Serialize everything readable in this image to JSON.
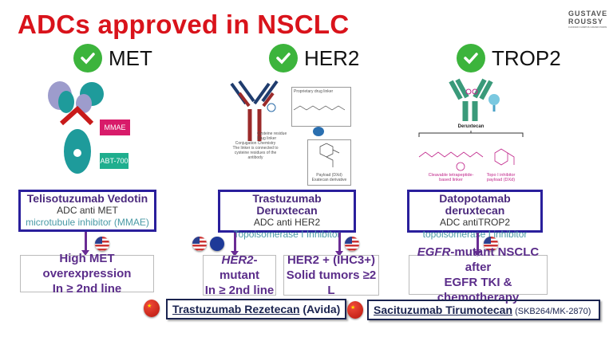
{
  "title": "ADCs approved in NSCLC",
  "logo": {
    "line1": "GUSTAVE",
    "line2": "ROUSSY",
    "tagline": "CANCER CAMPUS GRAND PARIS"
  },
  "targets": [
    {
      "label": "MET",
      "image_labels": [
        "MMAE",
        "ABT-700"
      ],
      "drug": "Telisotuzumab Vedotin",
      "class": "ADC anti MET",
      "mechanism": "microtubule inhibitor (MMAE)",
      "indications": [
        {
          "line1": "High MET overexpression",
          "line2": "In ≥ 2nd line",
          "approvals": [
            "us-flag"
          ]
        }
      ]
    },
    {
      "label": "HER2",
      "image_labels": [
        "Proprietary drug linker",
        "Conjugation Chemistry",
        "The linker is connected to cysteine residues of the antibody",
        "Payload (DXd)",
        "Exatecan derivative",
        "Cysteine residue",
        "Drug linker"
      ],
      "drug": "Trastuzumab Deruxtecan",
      "class": "ADC anti HER2",
      "mechanism": "Topoisomerase I Inhibitor",
      "indications": [
        {
          "line1_italic": "HER2",
          "line1_rest": "-mutant",
          "line2": "In ≥ 2nd line",
          "approvals": [
            "us-flag",
            "eu-flag"
          ]
        },
        {
          "line1": "HER2 + (IHC3+)",
          "line2": "Solid tumors ≥2 L",
          "approvals": [
            "us-flag"
          ]
        }
      ]
    },
    {
      "label": "TROP2",
      "image_labels": [
        "Deruxtecan",
        "Cleavable tetrapeptide-based linker",
        "Topo I inhibitor payload (DXd)"
      ],
      "drug": "Datopotamab deruxtecan",
      "class": "ADC antiTROP2",
      "mechanism": "topoisomerase I inhibitor",
      "indications": [
        {
          "line1_italic": "EGFR",
          "line1_rest": "-mutant NSCLC after",
          "line2": "EGFR TKI & chemotherapy",
          "approvals": [
            "us-flag"
          ]
        }
      ]
    }
  ],
  "china": [
    {
      "name": "Trastuzumab Rezetecan",
      "extra": " (Avida)"
    },
    {
      "name": "Sacituzumab Tirumotecan",
      "extra": " (SKB264/MK-2870)"
    }
  ],
  "colors": {
    "title": "#d9131b",
    "box_border": "#2a1f9c",
    "indication_text": "#5b2d8a",
    "check": "#3cb43c"
  }
}
